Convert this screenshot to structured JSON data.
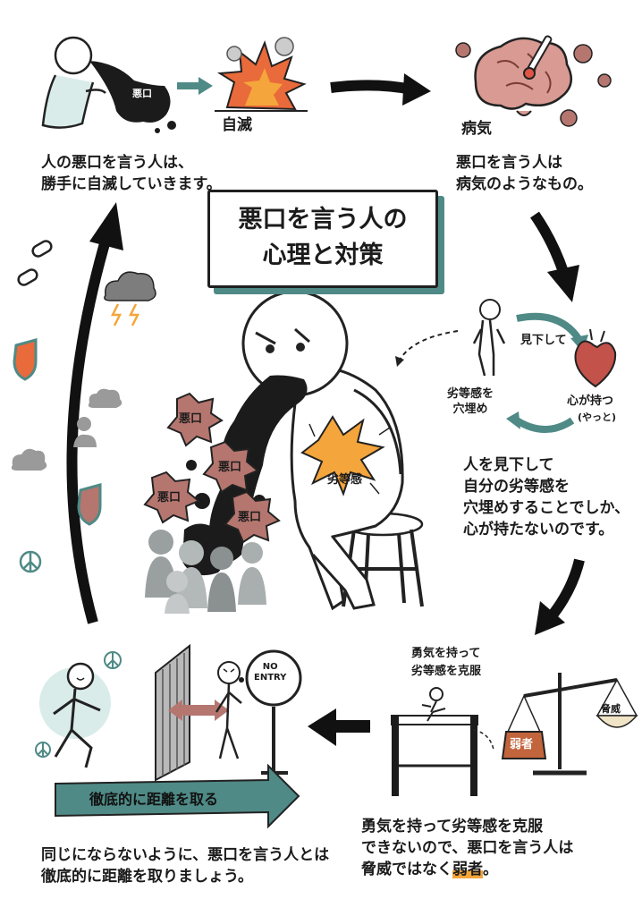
{
  "title": {
    "line1": "悪口を言う人の",
    "line2": "心理と対策"
  },
  "steps": {
    "self_destruct": {
      "label": "自滅",
      "caption_line1": "人の悪口を言う人は、",
      "caption_line2": "勝手に自滅していきます。",
      "mouth_tag": "悪口"
    },
    "illness": {
      "label": "病気",
      "caption_line1": "悪口を言う人は",
      "caption_line2": "病気のようなもの。"
    },
    "cycle": {
      "look_down": "見下して",
      "inferiority": "劣等感を\n穴埋め",
      "heart": "心が持つ",
      "heart_note": "(やっと)",
      "caption_line1": "人を見下して",
      "caption_line2": "自分の劣等感を",
      "caption_line3": "穴埋めすることでしか、",
      "caption_line4": "心が持たないのです。"
    },
    "center": {
      "badges": [
        "悪口",
        "悪口",
        "悪口",
        "悪口"
      ],
      "chest_label": "劣等感"
    },
    "weak": {
      "hurdle_label_line1": "勇気を持って",
      "hurdle_label_line2": "劣等感を克服",
      "scale_light": "脅威",
      "scale_heavy": "弱者",
      "caption_line1": "勇気を持って劣等感を克服",
      "caption_line2": "できないので、悪口を言う人は",
      "caption_line3_a": "脅威ではなく",
      "caption_line3_b": "弱者",
      "caption_line3_c": "。"
    },
    "distance": {
      "sign": "NO\nENTRY",
      "banner": "徹底的に距離を取る",
      "caption_line1": "同じにならないように、悪口を言う人とは",
      "caption_line2": "徹底的に距離を取りましょう。"
    }
  },
  "colors": {
    "teal": "#4f8a86",
    "teal_light": "#d9ecea",
    "ink": "#1b1b1b",
    "badge": "#b5766f",
    "explosion": "#e96a3b",
    "star": "#f4a53b",
    "highlight": "#f4a53b",
    "brain": "#d89a92"
  }
}
